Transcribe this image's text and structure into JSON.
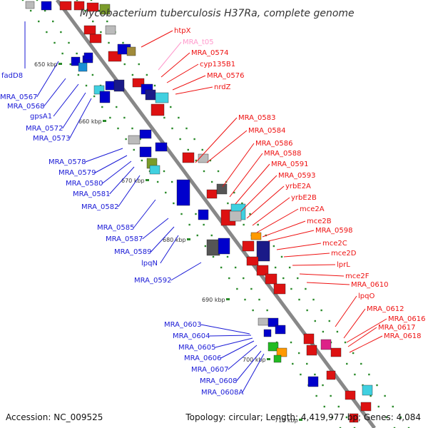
{
  "title": "Mycobacterium tuberculosis H37Ra, complete genome",
  "footer": {
    "accession": "Accession: NC_009525",
    "stats": "Topology: circular; Length: 4,419,977 bp; Genes: 4,084"
  },
  "colors": {
    "left_labels": "#1a1ad6",
    "right_labels": "#ee1111",
    "pink_label": "#ff99cc",
    "backbone": "#888888",
    "ticks": "#2a8a2a"
  },
  "scale_ticks": [
    "650 kbp",
    "660 kbp",
    "670 kbp",
    "680 kbp",
    "690 kbp",
    "700 kbp",
    "710 kbp"
  ],
  "labels_left": [
    "fadD8",
    "MRA_0567",
    "MRA_0568",
    "gpsA1",
    "MRA_0572",
    "MRA_0573",
    "MRA_0578",
    "MRA_0579",
    "MRA_0580",
    "MRA_0581",
    "MRA_0582",
    "MRA_0585",
    "MRA_0587",
    "MRA_0589",
    "lpqN",
    "MRA_0592",
    "MRA_0603",
    "MRA_0604",
    "MRA_0605",
    "MRA_0606",
    "MRA_0607",
    "MRA_0608",
    "MRA_0608A"
  ],
  "labels_right": [
    "htpX",
    "MRA_t05",
    "MRA_0574",
    "cyp135B1",
    "MRA_0576",
    "nrdZ",
    "MRA_0583",
    "MRA_0584",
    "MRA_0586",
    "MRA_0588",
    "MRA_0591",
    "MRA_0593",
    "yrbE2A",
    "yrbE2B",
    "mce2A",
    "mce2B",
    "MRA_0598",
    "mce2C",
    "mce2D",
    "lprL",
    "mce2F",
    "MRA_0610",
    "lpqO",
    "MRA_0612",
    "MRA_0616",
    "MRA_0617",
    "MRA_0618"
  ]
}
